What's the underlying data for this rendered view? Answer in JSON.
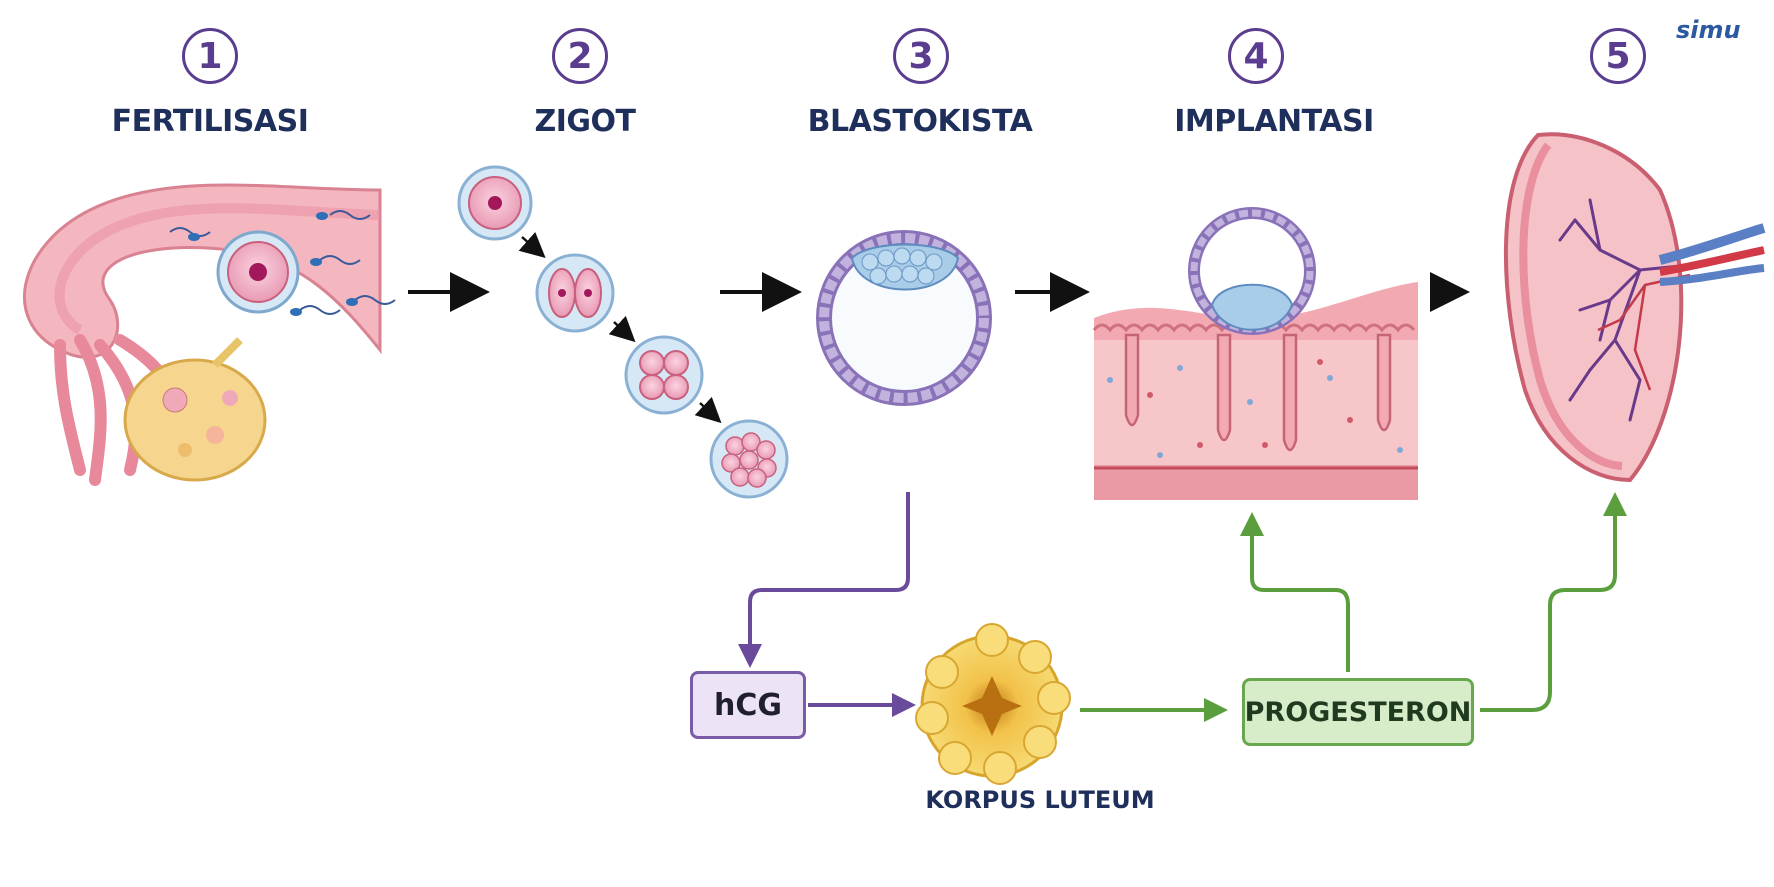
{
  "stages": [
    {
      "number": "1",
      "label": "FERTILISASI"
    },
    {
      "number": "2",
      "label": "ZIGOT"
    },
    {
      "number": "3",
      "label": "BLASTOKISTA"
    },
    {
      "number": "4",
      "label": "IMPLANTASI"
    },
    {
      "number": "5",
      "label": ""
    }
  ],
  "hormones": {
    "hcg": "hCG",
    "progesteron": "PROGESTERON",
    "korpus_luteum": "KORPUS LUTEUM"
  },
  "logo": "simu",
  "colors": {
    "stage_accent": "#5b3d8f",
    "title": "#1f2f5c",
    "hcg_arrow": "#6a4a9a",
    "progesteron_arrow": "#5a9e3e",
    "tissue_pink": "#f2b8c0",
    "corpus_yellow": "#f5d66b"
  }
}
